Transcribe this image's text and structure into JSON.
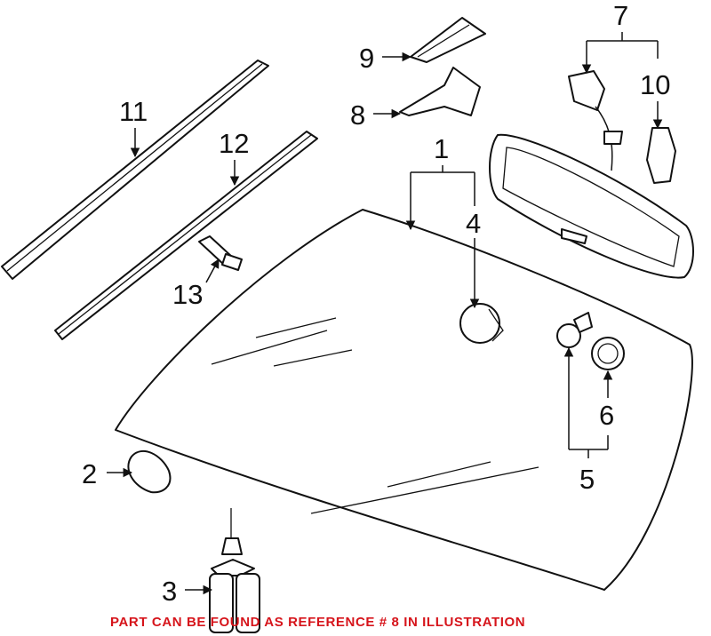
{
  "callouts": {
    "c1": "1",
    "c2": "2",
    "c3": "3",
    "c4": "4",
    "c5": "5",
    "c6": "6",
    "c7": "7",
    "c8": "8",
    "c9": "9",
    "c10": "10",
    "c11": "11",
    "c12": "12",
    "c13": "13"
  },
  "caption": "PART CAN BE FOUND AS REFERENCE # 8 IN ILLUSTRATION",
  "colors": {
    "caption": "#d6141b",
    "line": "#111111",
    "background": "#ffffff"
  }
}
